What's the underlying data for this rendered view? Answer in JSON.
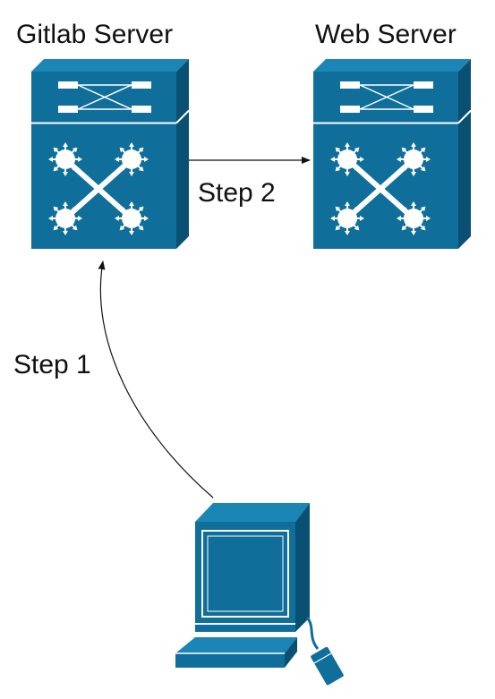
{
  "nodes": {
    "gitlab_server": {
      "label": "Gitlab Server",
      "icon": "network-switch-icon"
    },
    "web_server": {
      "label": "Web Server",
      "icon": "network-switch-icon"
    },
    "workstation": {
      "icon": "desktop-computer-icon"
    }
  },
  "edges": {
    "step1": {
      "label": "Step 1",
      "from": "workstation",
      "to": "gitlab_server"
    },
    "step2": {
      "label": "Step 2",
      "from": "gitlab_server",
      "to": "web_server"
    }
  },
  "colors": {
    "device_blue": "#0f6e9a",
    "device_blue_dark": "#0a5073",
    "device_blue_light": "#1b86b6",
    "arrow": "#111111",
    "text": "#111111",
    "background": "#ffffff"
  }
}
